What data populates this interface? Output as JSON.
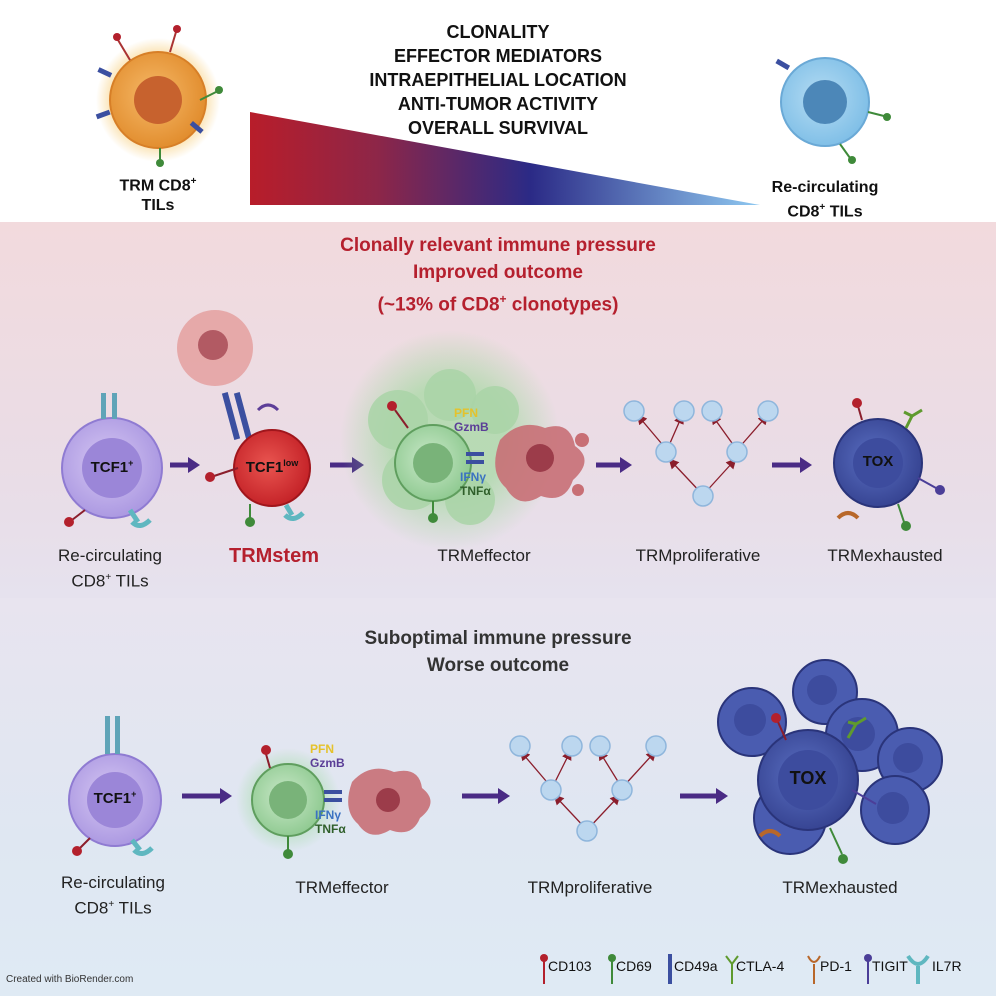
{
  "top": {
    "metrics": [
      "CLONALITY",
      "EFFECTOR MEDIATORS",
      "INTRAEPITHELIAL LOCATION",
      "ANTI-TUMOR ACTIVITY",
      "OVERALL SURVIVAL"
    ],
    "left_cell": {
      "line1": "TRM CD8",
      "sup": "+",
      "line2": "TILs"
    },
    "right_cell": {
      "line1": "Re-circulating",
      "line2": "CD8",
      "sup": "+",
      "line2b": " TILs"
    },
    "gradient_colors": [
      "#b81d2a",
      "#2a2a86",
      "#5aaee8"
    ]
  },
  "middle": {
    "title_line1": "Clonally relevant immune pressure",
    "title_line2": "Improved outcome",
    "title_line3_pre": "(~13% of CD8",
    "title_line3_sup": "+",
    "title_line3_post": " clonotypes)",
    "cells": {
      "tcf1_pos": {
        "text": "TCF1",
        "sup": "+"
      },
      "tcf1_low": {
        "text": "TCF1",
        "sup": "low"
      },
      "tox": "TOX"
    },
    "mediators": {
      "pfn": "PFN",
      "gzmb": "GzmB",
      "ifng": "IFNγ",
      "tnfa": "TNFα"
    },
    "labels": {
      "recirc_line1": "Re-circulating",
      "recirc_line2_pre": "CD8",
      "recirc_line2_sup": "+",
      "recirc_line2_post": " TILs",
      "trmstem": "TRMstem",
      "trmeffector": "TRMeffector",
      "trmproliferative": "TRMproliferative",
      "trmexhausted": "TRMexhausted"
    }
  },
  "bottom": {
    "title_line1": "Suboptimal immune pressure",
    "title_line2": "Worse outcome",
    "cells": {
      "tcf1_pos": {
        "text": "TCF1",
        "sup": "+"
      },
      "tox": "TOX"
    },
    "mediators": {
      "pfn": "PFN",
      "gzmb": "GzmB",
      "ifng": "IFNγ",
      "tnfa": "TNFα"
    },
    "labels": {
      "recirc_line1": "Re-circulating",
      "recirc_line2_pre": "CD8",
      "recirc_line2_sup": "+",
      "recirc_line2_post": " TILs",
      "trmeffector": "TRMeffector",
      "trmproliferative": "TRMproliferative",
      "trmexhausted": "TRMexhausted"
    }
  },
  "legend": {
    "items": [
      {
        "label": "CD103",
        "color": "#b3202c"
      },
      {
        "label": "CD69",
        "color": "#3f8a3a"
      },
      {
        "label": "CD49a",
        "color": "#3b4fa0"
      },
      {
        "label": "CTLA-4",
        "color": "#5f9a2e"
      },
      {
        "label": "PD-1",
        "color": "#b8672a"
      },
      {
        "label": "TIGIT",
        "color": "#4b3e98"
      },
      {
        "label": "IL7R",
        "color": "#5fb7c0"
      }
    ]
  },
  "credit": "Created with BioRender.com"
}
